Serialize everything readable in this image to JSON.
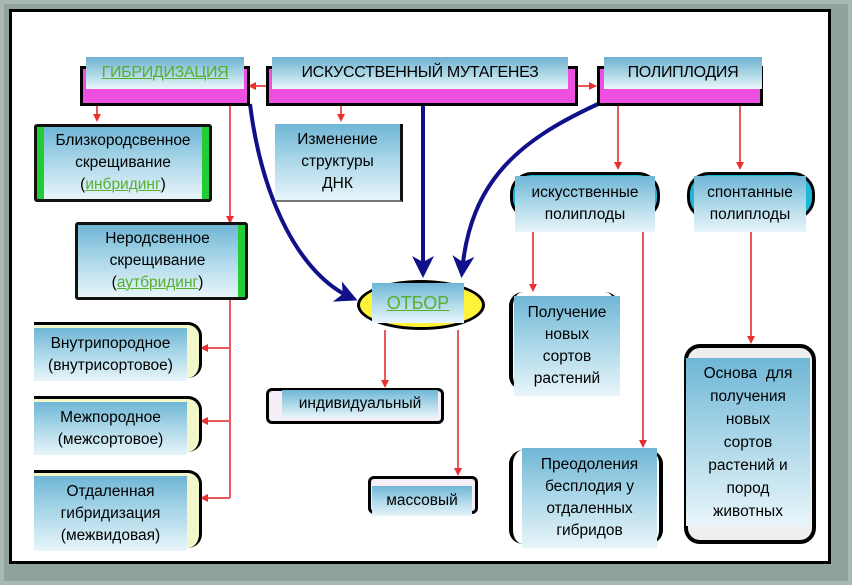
{
  "diagram": {
    "headers": {
      "hybridization": "ГИБРИДИЗАЦИЯ",
      "mutagenesis": "ИСКУССТВЕННЫЙ МУТАГЕНЕЗ",
      "polyploidy": "ПОЛИПЛОДИЯ"
    },
    "hybridization_children": {
      "inbreeding_line1": "Близкородсвенное",
      "inbreeding_line2": "скрещивание",
      "inbreeding_term": "инбридинг",
      "outbreeding_line1": "Неродсвенное",
      "outbreeding_line2": "скрещивание",
      "outbreeding_term": "аутбридинг",
      "intrabreed_line1": "Внутрипородное",
      "intrabreed_line2": "(внутрисортовое)",
      "interbreed_line1": "Межпородное",
      "interbreed_line2": "(межсортовое)",
      "distant_line1": "Отдаленная",
      "distant_line2": "гибридизация",
      "distant_line3": "(межвидовая)"
    },
    "mutagenesis_child": {
      "line1": "Изменение",
      "line2": "структуры",
      "line3": "ДНК"
    },
    "selection": {
      "label": "ОТБОР",
      "individual": "индивидуальный",
      "mass": "массовый"
    },
    "polyploidy_children": {
      "artificial_line1": "искусственные",
      "artificial_line2": "полиплоды",
      "spontaneous_line1": "спонтанные",
      "spontaneous_line2": "полиплоды",
      "new_varieties_lines": [
        "Получение",
        "новых",
        "сортов",
        "растений"
      ],
      "sterility_lines": [
        "Преодоления",
        "бесплодия у",
        "отдаленных",
        "гибридов"
      ],
      "basis_lines": [
        "Основа  для",
        "получения",
        "новых",
        "сортов",
        "растений и",
        "пород",
        "животных"
      ]
    },
    "colors": {
      "header_accent": "#ee4fe0",
      "box_gradient_top": "#6fb6d6",
      "link_green": "#55b030",
      "arrow_red": "#e83030",
      "arrow_blue": "#10108a",
      "selection_fill": "#fff23a",
      "side_green": "#22cc33"
    }
  }
}
